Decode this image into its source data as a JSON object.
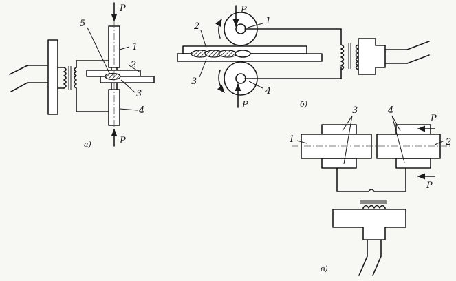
{
  "force_label": "P",
  "spot_welding": {
    "caption": "а)",
    "labels": [
      "1",
      "2",
      "3",
      "4",
      "5"
    ]
  },
  "seam_welding": {
    "caption": "б)",
    "labels": [
      "1",
      "2",
      "3",
      "4"
    ]
  },
  "butt_welding": {
    "caption": "в)",
    "labels": [
      "1",
      "2",
      "3",
      "4"
    ]
  },
  "colors": {
    "ink": "#1a1a1a",
    "paper": "#f7f7f4"
  }
}
